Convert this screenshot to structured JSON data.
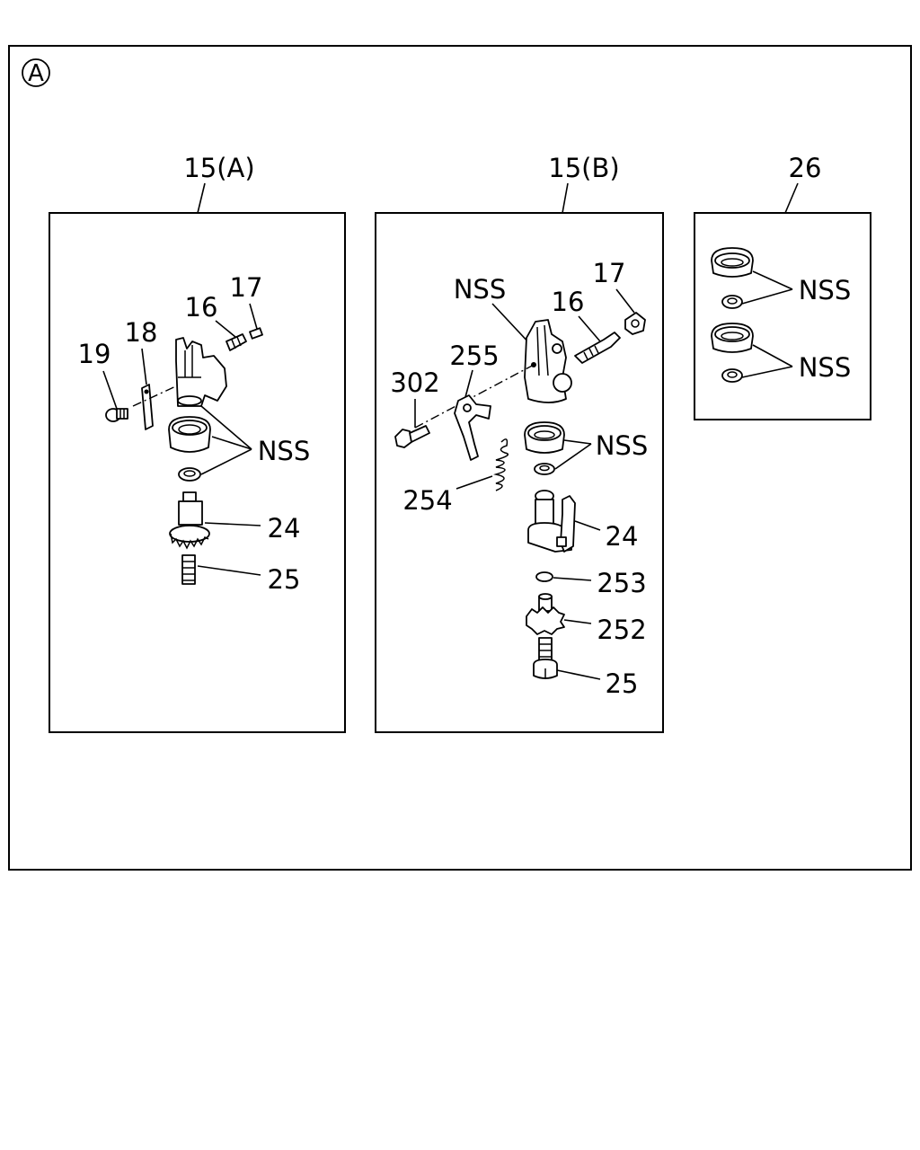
{
  "view_marker": "A",
  "groups": {
    "group_a": {
      "title": "15(A)",
      "labels": {
        "p19": "19",
        "p18": "18",
        "p16": "16",
        "p17": "17",
        "nss": "NSS",
        "p24": "24",
        "p25": "25"
      }
    },
    "group_b": {
      "title": "15(B)",
      "labels": {
        "nss_top": "NSS",
        "p16": "16",
        "p17": "17",
        "p255": "255",
        "p302": "302",
        "nss_mid": "NSS",
        "p254": "254",
        "p24": "24",
        "p253": "253",
        "p252": "252",
        "p25": "25"
      }
    },
    "group_c": {
      "title": "26",
      "labels": {
        "nss_1": "NSS",
        "nss_2": "NSS"
      }
    }
  }
}
